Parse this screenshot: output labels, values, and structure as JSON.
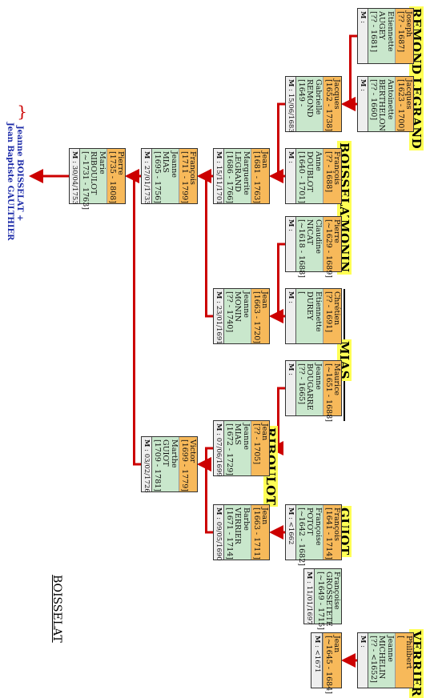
{
  "document_title": "BOISSELAT",
  "subjects": [
    "Jeanne BOISSELAT +",
    "Jean Baptiste GAULTHIER"
  ],
  "surnames": [
    "REMOND",
    "LEGRAND",
    "BOISSELAT",
    "MONIN",
    "MIAS",
    "RIBOULOT",
    "GUIOT",
    "VERRIER"
  ],
  "marriage_prefix": "M",
  "cards": [
    {
      "id": "joseph",
      "husband": [
        "Joseph",
        "[?? - 1687]"
      ],
      "wife": [
        "Etiennette",
        "AUGEY",
        "[?? - 1681]"
      ],
      "marriage": ": "
    },
    {
      "id": "jacques1623",
      "husband": [
        "Jacques",
        "[1623 - 1700]"
      ],
      "wife": [
        "Antoinette",
        "BERTHELON",
        "[?? - 1660]"
      ],
      "marriage": ": "
    },
    {
      "id": "jacques1652",
      "husband": [
        "Jacques",
        "[1652 - 1738]"
      ],
      "wife": [
        "Gabrielle",
        "REMOND",
        "[1649 - "
      ],
      "marriage": ": 15/06/1683"
    },
    {
      "id": "francois1640",
      "husband": [
        "François",
        "[?? - 1688]"
      ],
      "wife": [
        "Anne",
        "DOUBLOT",
        "[1640 - 1701]"
      ],
      "marriage": ": "
    },
    {
      "id": "jean1681",
      "husband": [
        "Jean",
        "[1681 - 1763]"
      ],
      "wife": [
        "Marguerite",
        "LEGRAND",
        "[1686 - 1766]"
      ],
      "marriage": ": 15/11/1701"
    },
    {
      "id": "francois1711",
      "husband": [
        "François",
        "[1711 - 1799]"
      ],
      "wife": [
        "Jeanne",
        "MIAS",
        "[1695 - 1756]"
      ],
      "marriage": ": 27/01/1733"
    },
    {
      "id": "pierre1735",
      "husband": [
        "Pierre",
        "[1735 - 1808]"
      ],
      "wife": [
        "Marie",
        "RIBOULOT",
        "[~1731 - 1763]"
      ],
      "marriage": ": 30/04/1753"
    },
    {
      "id": "pierre1629",
      "husband": [
        "Pierre",
        "[~1629 - 1689]"
      ],
      "wife": [
        "Claudine",
        "NICAT",
        "[~1618 - 1688]"
      ],
      "marriage": ": "
    },
    {
      "id": "chretien",
      "husband": [
        "Chrétien",
        "[?? - 1691]"
      ],
      "wife": [
        "Etiennette",
        "DUREY",
        "["
      ],
      "marriage": ": "
    },
    {
      "id": "jean1663",
      "husband": [
        "Jean",
        "[1663 - 1720]"
      ],
      "wife": [
        "Jeanne",
        "MONIN",
        "[?? - 1740]"
      ],
      "marriage": ": 23/01/1691"
    },
    {
      "id": "maurice",
      "husband": [
        "Maurice",
        "[~1651 - 1688]"
      ],
      "wife": [
        "Jeanne",
        "BOUGARRE",
        "[?? - 1665]"
      ],
      "marriage": ": "
    },
    {
      "id": "jean1705",
      "husband": [
        "Jean",
        "[?? - 1705]"
      ],
      "wife": [
        "Jeanne",
        "MIAS",
        "[1672 - 1729]"
      ],
      "marriage": ": 07/06/1699"
    },
    {
      "id": "victor",
      "husband": [
        "Victor",
        "[1699 - 1779]"
      ],
      "wife": [
        "Marthe",
        "GUIOT",
        "[1709 - 1781]"
      ],
      "marriage": ": 03/02/1726"
    },
    {
      "id": "francois1641",
      "husband": [
        "François",
        "[1641 - 1714]"
      ],
      "wife": [
        "Françoise",
        "POTOT",
        "[~1642 - 1682]"
      ],
      "marriage": ": <1662"
    },
    {
      "id": "francoise",
      "husband": [],
      "wife": [
        "Françoise",
        "GROSSETETE",
        "[~1649 - 1715]"
      ],
      "marriage": ": 11/01/1697"
    },
    {
      "id": "jean1663b",
      "husband": [
        "Jean",
        "[1663 - 1711]"
      ],
      "wife": [
        "Barbe",
        "VERRIER",
        "[1671 - 1714]"
      ],
      "marriage": ": 09/05/1690"
    },
    {
      "id": "jean1645",
      "husband": [
        "Jean",
        "[~1645 - 1684]"
      ],
      "wife": [],
      "marriage": ": <1671"
    },
    {
      "id": "philibert",
      "husband": [
        "Philibert",
        "["
      ],
      "wife": [
        "Jeanne",
        "MICHELIN",
        "[?? - <1652]"
      ],
      "marriage": ": "
    }
  ]
}
